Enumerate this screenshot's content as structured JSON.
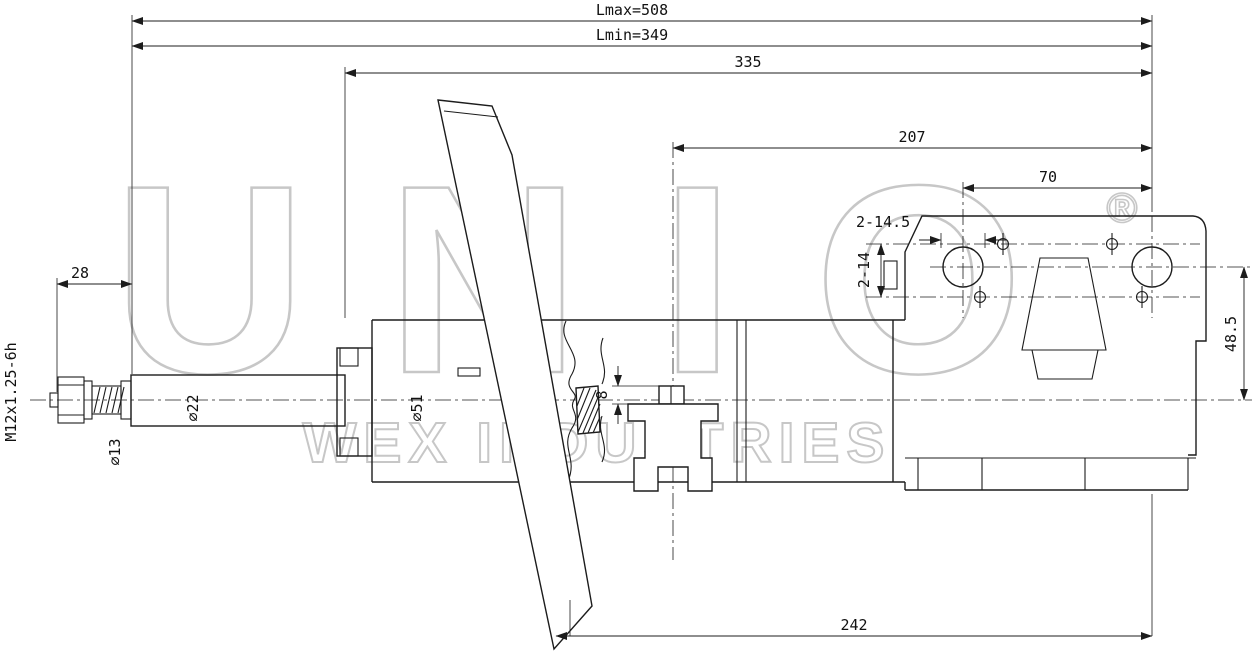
{
  "watermark": {
    "brand": "UNIO",
    "registered": "®",
    "subtitle": "WEX INDUSTRIES"
  },
  "dims": {
    "lmax": "Lmax=508",
    "lmin": "Lmin=349",
    "len335": "335",
    "len207": "207",
    "len70": "70",
    "holes2_145": "2-14.5",
    "holes2_14": "2-14",
    "len48_5": "48.5",
    "len242": "242",
    "len28": "28",
    "thread_spec": "M12x1.25-6h",
    "dia13": "⌀13",
    "dia22": "⌀22",
    "dia51": "⌀51",
    "thk8": "8"
  }
}
